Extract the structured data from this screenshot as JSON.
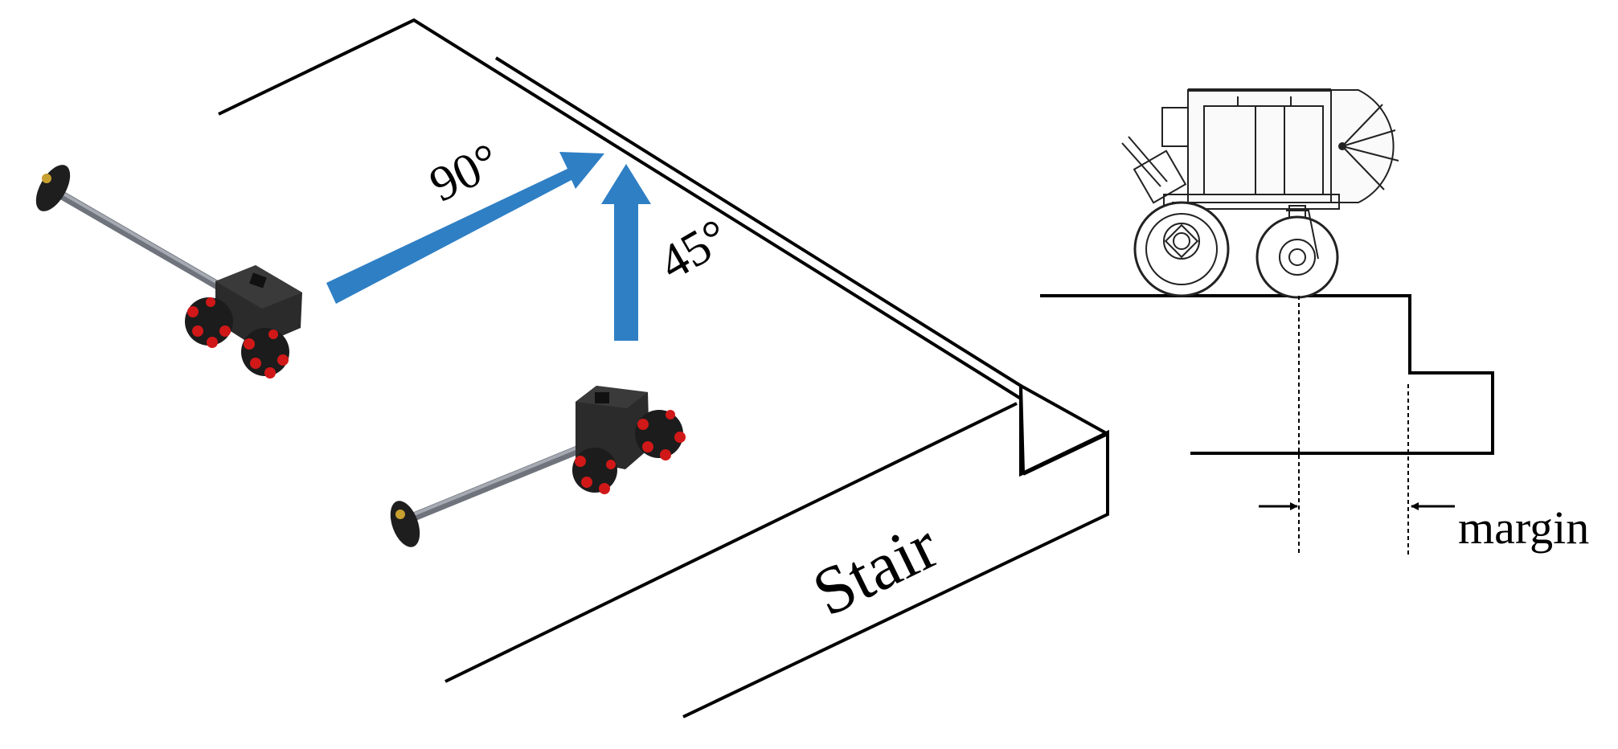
{
  "labels": {
    "angle_90": "90°",
    "angle_45": "45°",
    "stair": "Stair",
    "margin": "margin"
  },
  "colors": {
    "arrow": "#2f7fc4",
    "line": "#000000",
    "wheel_red": "#d01818",
    "robot_body": "#2a2a2a",
    "rod": "#7a7f88"
  },
  "icons": {
    "robot_a": "omni-wheel-robot-icon",
    "robot_b": "omni-wheel-robot-icon",
    "side_view": "wheelchair-robot-side-view-icon"
  }
}
